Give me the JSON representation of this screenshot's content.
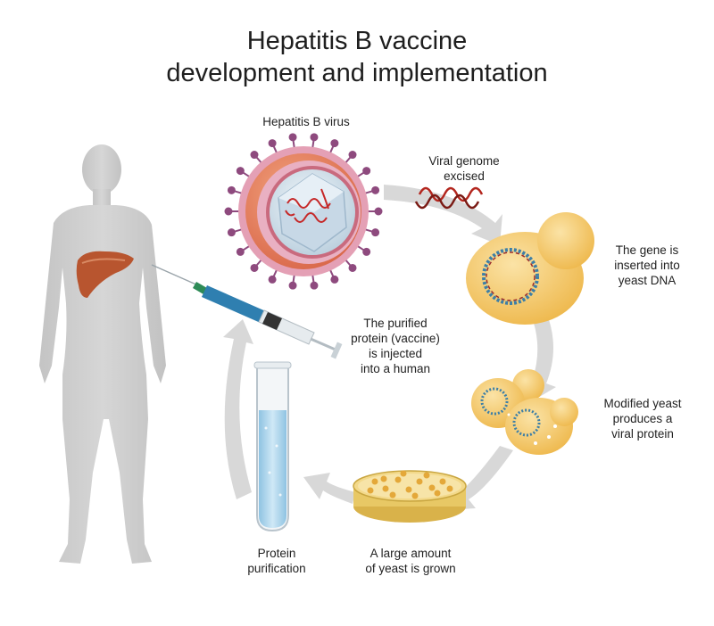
{
  "title": {
    "line1": "Hepatitis B vaccine",
    "line2": "development and implementation"
  },
  "labels": {
    "virus": "Hepatitis B virus",
    "genome": [
      "Viral genome",
      "excised"
    ],
    "inserted": [
      "The gene is",
      "inserted into",
      "yeast DNA"
    ],
    "modified": [
      "Modified yeast",
      "produces a",
      "viral protein"
    ],
    "grown": [
      "A large amount",
      "of yeast is grown"
    ],
    "purification": [
      "Protein",
      "purification"
    ],
    "injected": [
      "The purified",
      "protein (vaccine)",
      "is injected",
      "into a human"
    ]
  },
  "colors": {
    "human": "#cfcfcf",
    "liver": "#b8552f",
    "virus_outer": "#e07a5f",
    "virus_ring": "#e4a0b5",
    "spikes": "#8e4a7e",
    "yeast": "#f2c86a",
    "cycle_arrow": "#d8d8d8",
    "syringe_liquid": "#2f7fb0",
    "tube_liquid": "#a9d3ea"
  },
  "icons": [
    "human-silhouette",
    "liver-icon",
    "virus-icon",
    "dna-fragment-icon",
    "yeast-cell-icon",
    "petri-dish-icon",
    "test-tube-icon",
    "syringe-icon"
  ]
}
